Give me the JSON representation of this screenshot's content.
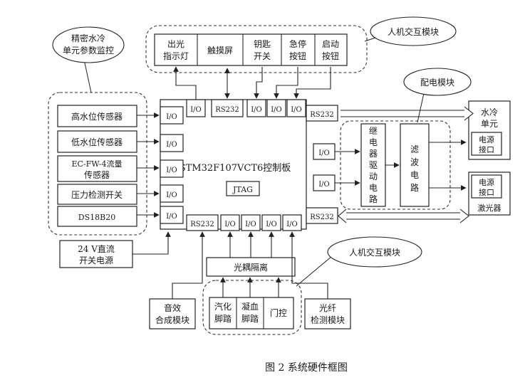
{
  "caption": "图 2  系统硬件框图",
  "callouts": {
    "monitor": [
      "精密水冷",
      "单元参数监控"
    ],
    "hmi_top": "人机交互模块",
    "power_dist": "配电模块",
    "hmi_bottom": "人机交互模块"
  },
  "controller": {
    "title": "STM32F107VCT6控制板",
    "jtag": "JTAG"
  },
  "top_devices": [
    [
      "出光",
      "指示灯"
    ],
    [
      "触摸屏"
    ],
    [
      "钥匙",
      "开关"
    ],
    [
      "急停",
      "按钮"
    ],
    [
      "启动",
      "按钮"
    ]
  ],
  "top_ports": [
    "I/O",
    "RS232",
    "I/O",
    "I/O",
    "I/O"
  ],
  "sensors": [
    [
      "高水位传感器"
    ],
    [
      "低水位传感器"
    ],
    [
      "EC-FW-4流量",
      "传感器"
    ],
    [
      "压力检测开关"
    ],
    [
      "DS18B20"
    ]
  ],
  "left_ports": [
    "I/O",
    "I/O",
    "I/O",
    "I/O",
    "I/O"
  ],
  "right_ports": [
    "RS232",
    "I/O",
    "I/O",
    "RS232"
  ],
  "bottom_ports": [
    "RS232",
    "I/O",
    "I/O",
    "I/O",
    "I/O"
  ],
  "power_supply": [
    "24 V直流",
    "开关电源"
  ],
  "relay": [
    "继",
    "电",
    "器",
    "驱",
    "动",
    "电",
    "路"
  ],
  "filter": [
    "滤",
    "波",
    "电",
    "路"
  ],
  "water_unit": {
    "name": [
      "水冷",
      "单元"
    ],
    "port": [
      "电源",
      "接口"
    ]
  },
  "laser": {
    "port": [
      "电源",
      "接口"
    ],
    "name": "激光器"
  },
  "optocoupler": "光耦隔离",
  "audio": [
    "音效",
    "合成模块"
  ],
  "bottom_devices": [
    [
      "汽化",
      "脚踏"
    ],
    [
      "凝血",
      "脚踏"
    ],
    [
      "门控"
    ]
  ],
  "fiber": [
    "光纤",
    "检测模块"
  ]
}
